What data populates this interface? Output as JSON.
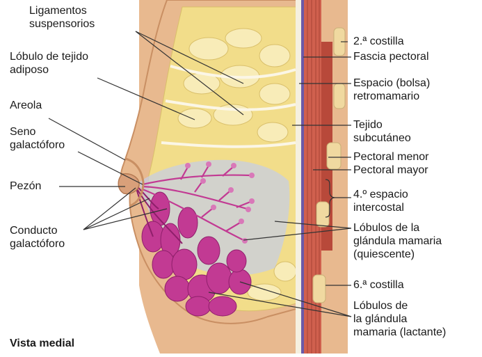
{
  "figure": {
    "caption": "Vista medial"
  },
  "labels_left": {
    "ligamentos": [
      "Ligamentos",
      "suspensorios"
    ],
    "lobulo_adiposo": [
      "Lóbulo de tejido",
      "adiposo"
    ],
    "areola": [
      "Areola"
    ],
    "seno": [
      "Seno",
      "galactóforo"
    ],
    "pezon": [
      "Pezón"
    ],
    "conducto": [
      "Conducto",
      "galactóforo"
    ]
  },
  "labels_right": {
    "costilla2": [
      "2.ª costilla"
    ],
    "fascia": [
      "Fascia pectoral"
    ],
    "espacio_retro": [
      "Espacio (bolsa)",
      "retromamario"
    ],
    "subcutaneo": [
      "Tejido",
      "subcutáneo"
    ],
    "pectoral_menor": [
      "Pectoral menor"
    ],
    "pectoral_mayor": [
      "Pectoral mayor"
    ],
    "espacio_intercostal": [
      "4.º espacio",
      "intercostal"
    ],
    "lobulos_quiescente": [
      "Lóbulos de la",
      "glándula mamaria",
      "(quiescente)"
    ],
    "costilla6": [
      "6.ª costilla"
    ],
    "lobulos_lactante": [
      "Lóbulos de",
      "la glándula",
      "mamaria (lactante)"
    ]
  },
  "colors": {
    "skin": "#e8b98f",
    "skin_dark": "#c98f63",
    "fat": "#f2dd8a",
    "fat_light": "#f8ecb8",
    "gland": "#c23a93",
    "gland_light": "#d978b8",
    "muscle": "#d0604e",
    "fascia": "#6b5aa8",
    "rib": "#f0d9a0",
    "leader": "#333333"
  }
}
